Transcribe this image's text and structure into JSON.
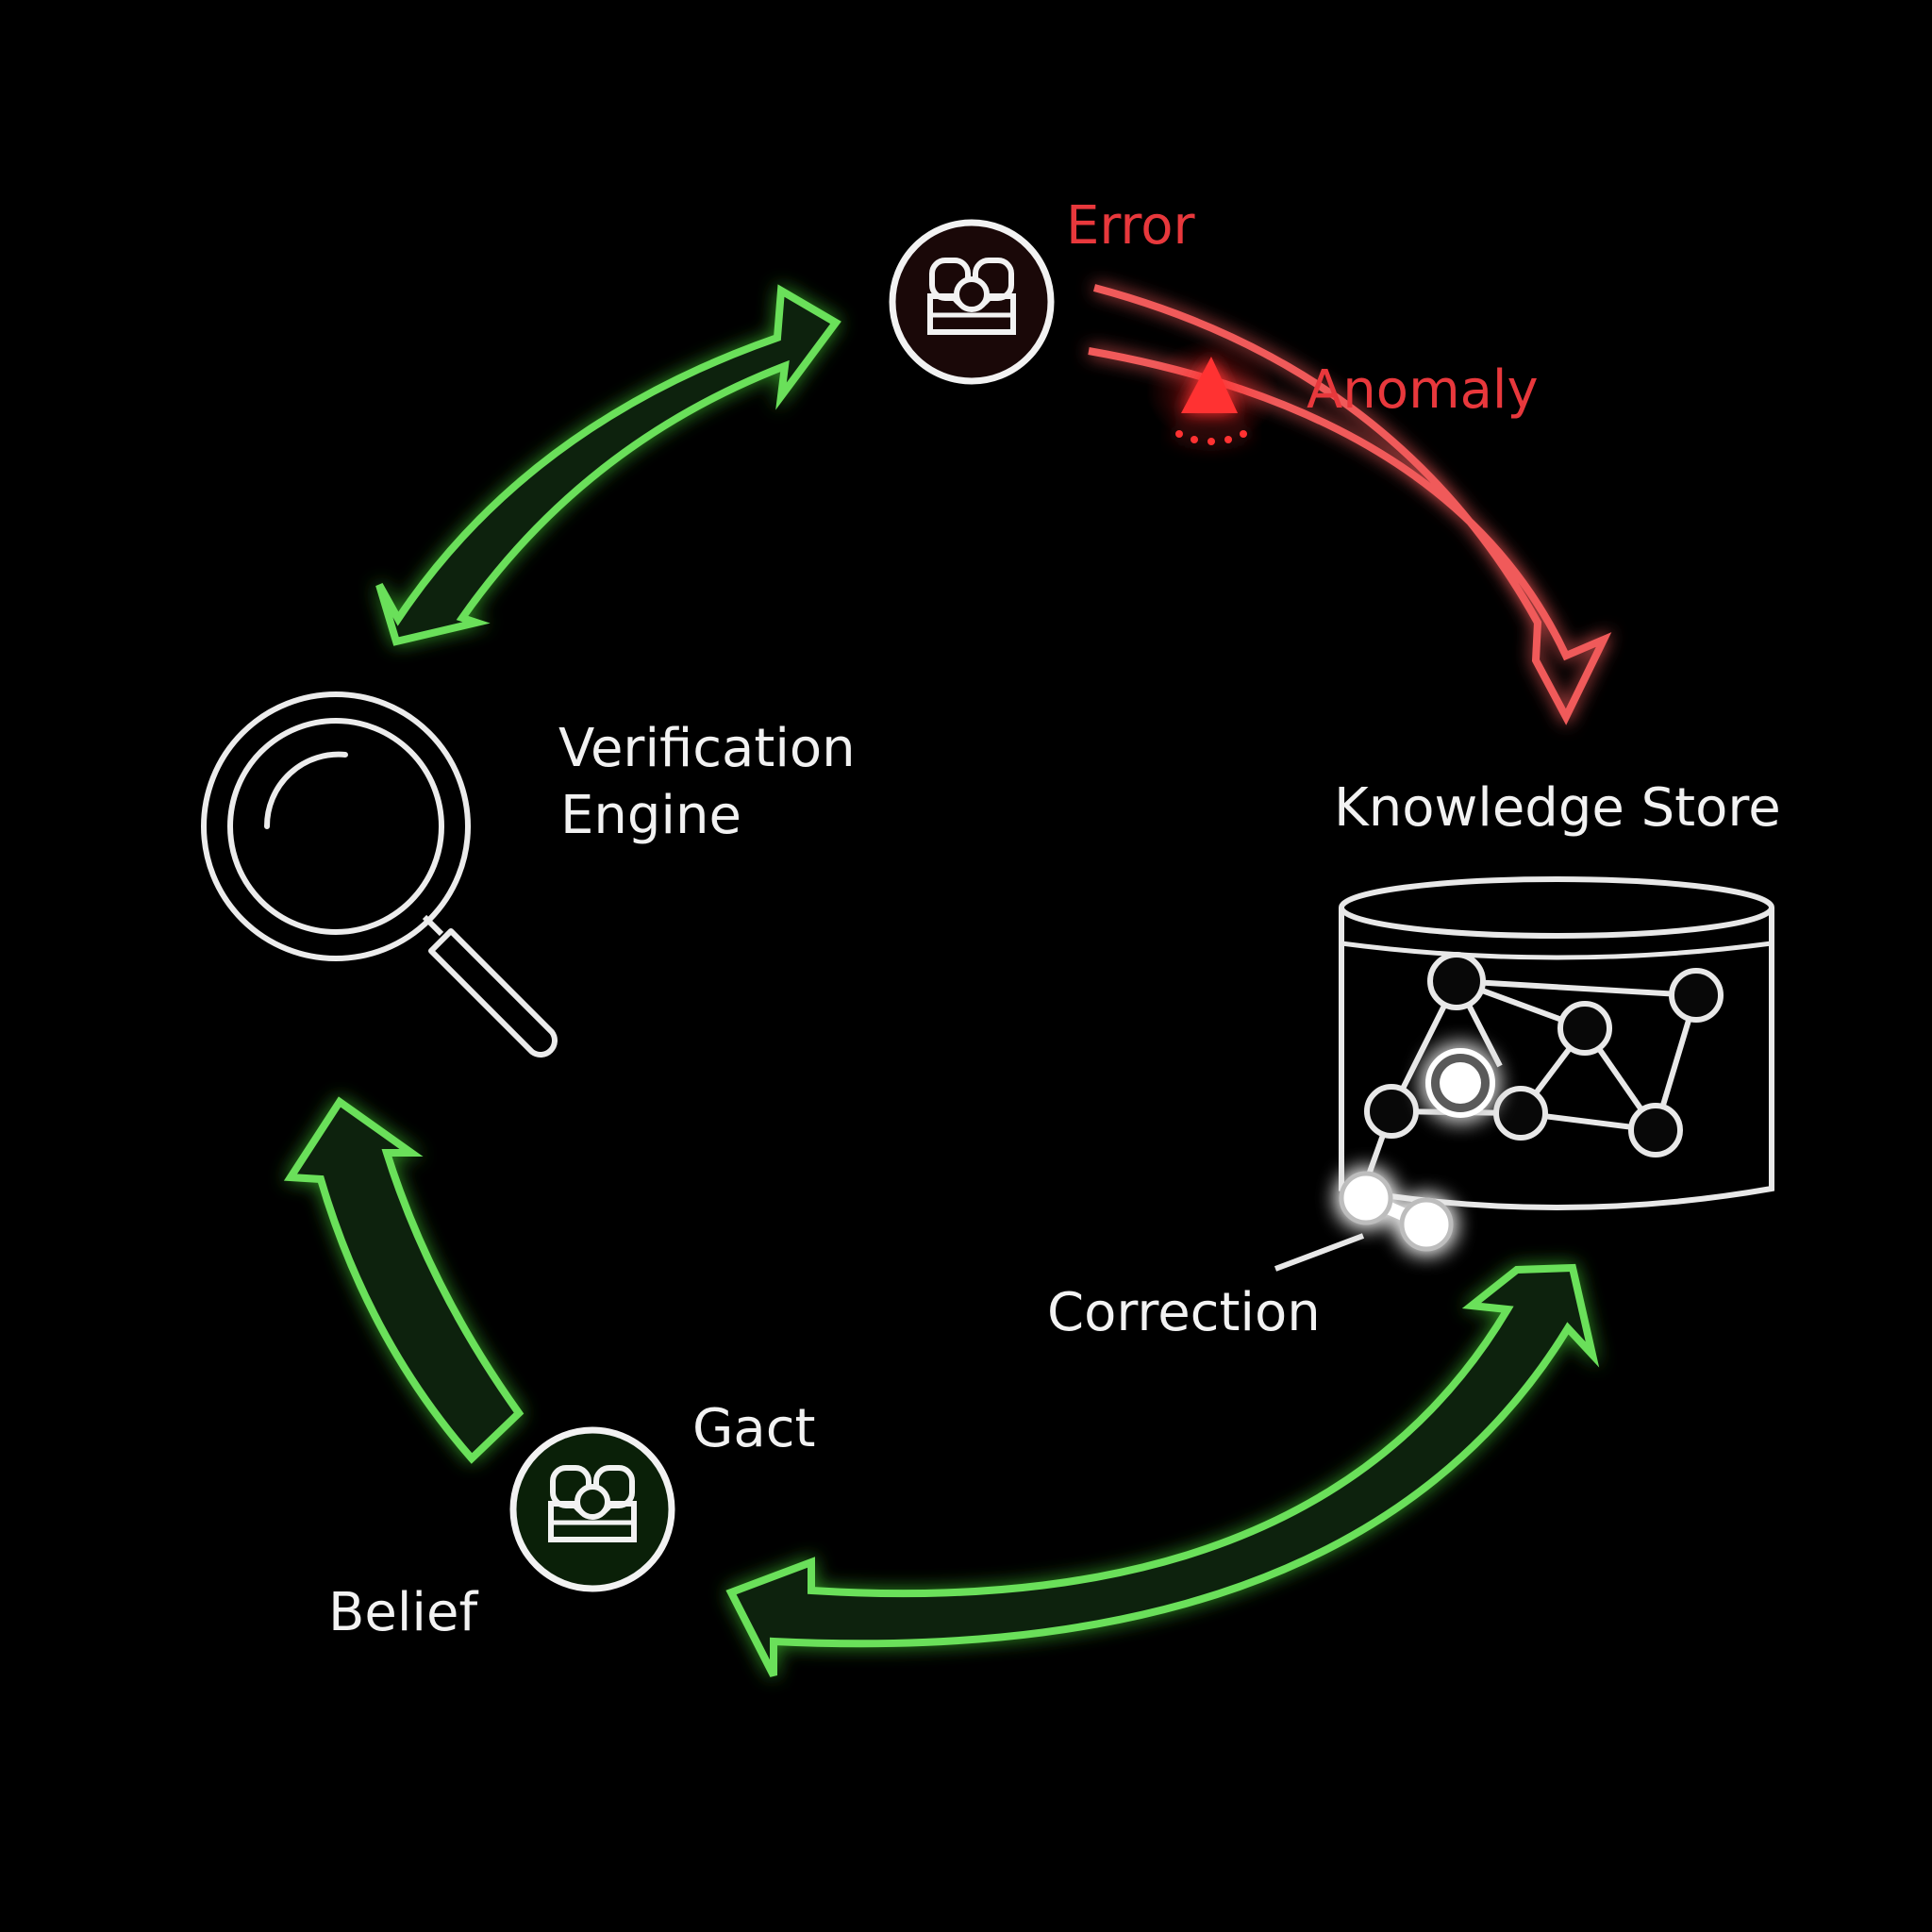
{
  "labels": {
    "error": "Error",
    "anomaly": "Anomaly",
    "verification_line1": "Verification",
    "verification_line2": "Engine",
    "knowledge_store": "Knowledge Store",
    "correction": "Correction",
    "gact": "Gact",
    "belief": "Belief"
  },
  "colors": {
    "background": "#000000",
    "green": "#6be05a",
    "red": "#e8383c",
    "white": "#f2f2f2"
  },
  "icons": {
    "error_node": "belief-node-icon",
    "belief_node": "belief-node-icon",
    "verification": "magnifier-icon",
    "knowledge_store": "database-graph-icon",
    "anomaly": "warning-triangle-icon"
  }
}
